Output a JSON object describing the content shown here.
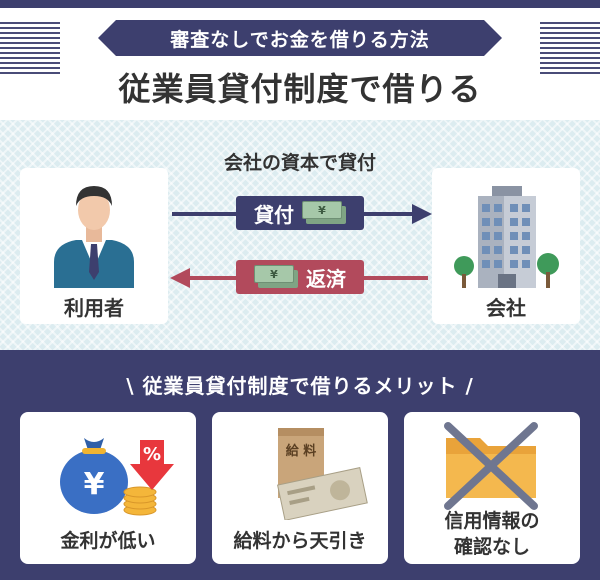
{
  "header": {
    "ribbon": "審査なしでお金を借りる方法",
    "title": "従業員貸付制度で借りる"
  },
  "diagram": {
    "caption": "会社の資本で貸付",
    "user_label": "利用者",
    "company_label": "会社",
    "loan_tag": "貸付",
    "repay_tag": "返済",
    "currency_symbol": "¥"
  },
  "merits": {
    "title": "\\ 従業員貸付制度で借りるメリット /",
    "items": [
      {
        "label": "金利が低い",
        "percent_symbol": "%",
        "currency_symbol": "¥"
      },
      {
        "label": "給料から天引き",
        "envelope_text": "給 料"
      },
      {
        "label_line1": "信用情報の",
        "label_line2": "確認なし"
      }
    ]
  },
  "colors": {
    "navy": "#3d3f6e",
    "repay": "#b24a5c",
    "diagram_bg": "#dcecf0"
  }
}
